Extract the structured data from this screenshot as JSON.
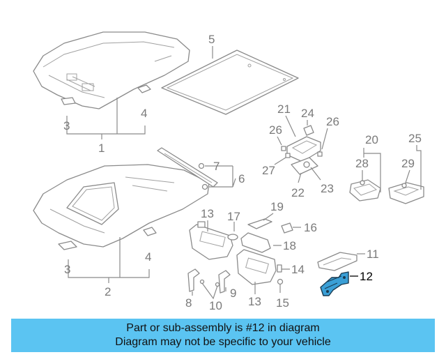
{
  "diagram": {
    "callouts": {
      "c1": "1",
      "c2": "2",
      "c3a": "3",
      "c3b": "3",
      "c4a": "4",
      "c4b": "4",
      "c5": "5",
      "c6": "6",
      "c7": "7",
      "c8": "8",
      "c9": "9",
      "c10": "10",
      "c11": "11",
      "c12": "12",
      "c13a": "13",
      "c13b": "13",
      "c14": "14",
      "c15": "15",
      "c16": "16",
      "c17": "17",
      "c18": "18",
      "c19": "19",
      "c20": "20",
      "c21": "21",
      "c22": "22",
      "c23": "23",
      "c24": "24",
      "c25": "25",
      "c26a": "26",
      "c26b": "26",
      "c27": "27",
      "c28": "28",
      "c29": "29"
    },
    "highlight_color": "#3a9fd6"
  },
  "banner": {
    "line1": "Part or sub-assembly is #12 in diagram",
    "line2": "Diagram may not be specific to your vehicle",
    "color": "#5bc4f2"
  }
}
